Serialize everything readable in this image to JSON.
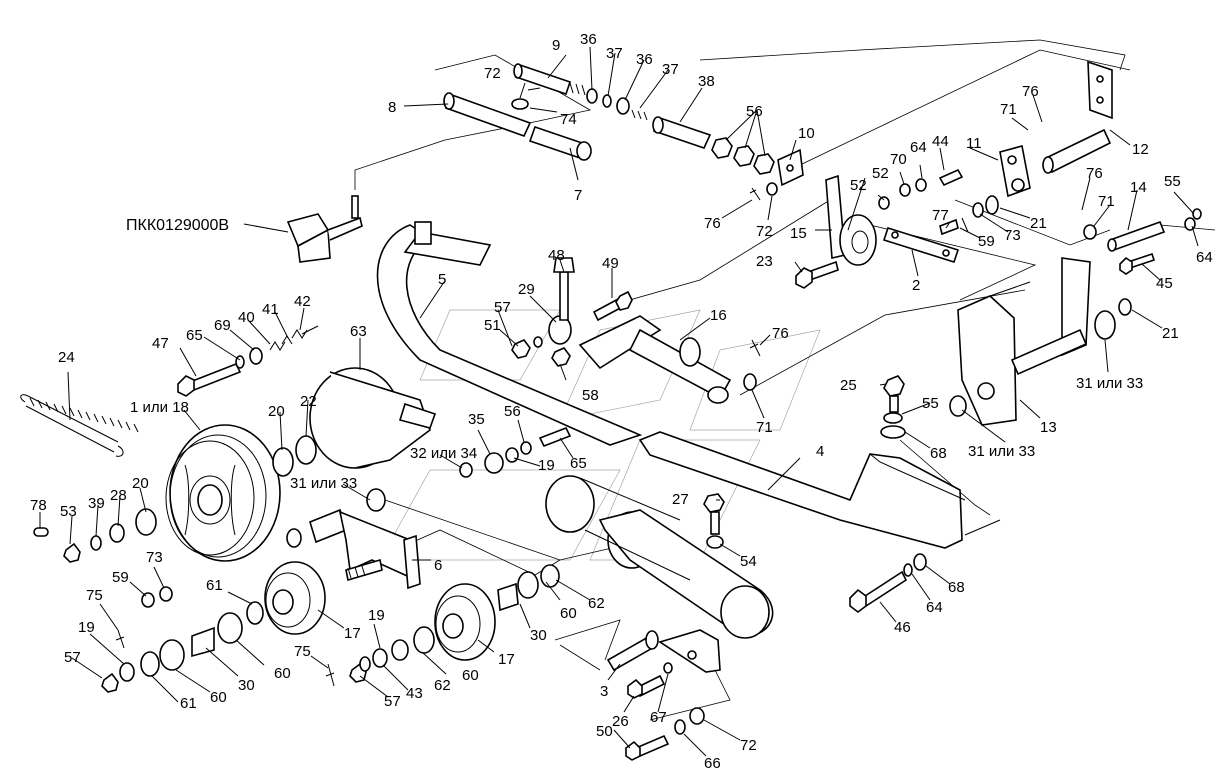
{
  "assembly_code": "ПКК0129000В",
  "callouts": [
    "1 или 18",
    "2",
    "3",
    "4",
    "5",
    "6",
    "7",
    "8",
    "9",
    "10",
    "11",
    "12",
    "13",
    "14",
    "15",
    "16",
    "17",
    "17",
    "19",
    "19",
    "19",
    "20",
    "20",
    "21",
    "21",
    "22",
    "23",
    "24",
    "25",
    "26",
    "27",
    "28",
    "29",
    "30",
    "30",
    "30",
    "31 или 33",
    "31 или 33",
    "31 или 33",
    "32 или 34",
    "35",
    "36",
    "36",
    "37",
    "37",
    "38",
    "39",
    "40",
    "41",
    "42",
    "43",
    "44",
    "45",
    "46",
    "47",
    "48",
    "49",
    "50",
    "51",
    "52",
    "52",
    "53",
    "54",
    "55",
    "55",
    "56",
    "56",
    "57",
    "57",
    "57",
    "58",
    "59",
    "59",
    "60",
    "60",
    "60",
    "60",
    "60",
    "61",
    "61",
    "62",
    "62",
    "63",
    "64",
    "64",
    "64",
    "65",
    "65",
    "66",
    "67",
    "68",
    "68",
    "69",
    "70",
    "71",
    "71",
    "71",
    "72",
    "72",
    "72",
    "73",
    "73",
    "74",
    "75",
    "75",
    "76",
    "76",
    "76",
    "76",
    "77",
    "78"
  ]
}
